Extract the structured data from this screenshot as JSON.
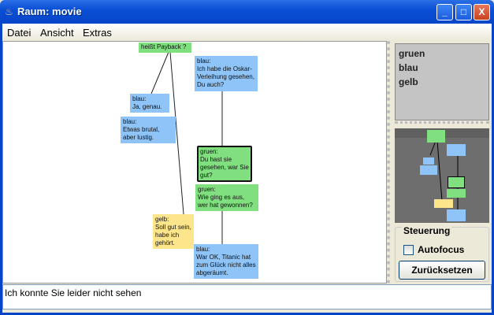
{
  "window": {
    "title": "Raum:  movie",
    "minimize": "_",
    "maximize": "□",
    "close": "X"
  },
  "menu": [
    "Datei",
    "Ansicht",
    "Extras"
  ],
  "nodes": [
    {
      "user": "",
      "text": "heißt Payback ?",
      "color": "gruen"
    },
    {
      "user": "blau:",
      "text": "Ich habe die Oskar-Verleihung gesehen, Du auch?",
      "color": "blau"
    },
    {
      "user": "blau:",
      "text": "Ja, genau.",
      "color": "blau"
    },
    {
      "user": "blau:",
      "text": "Etwas brutal, aber lustig.",
      "color": "blau"
    },
    {
      "user": "gruen:",
      "text": "Du hast sie gesehen, war Sie gut?",
      "color": "gruen",
      "selected": true
    },
    {
      "user": "gruen:",
      "text": "Wie ging es aus, wer hat gewonnen?",
      "color": "gruen"
    },
    {
      "user": "gelb:",
      "text": "Soll gut sein, habe ich gehört.",
      "color": "gelb"
    },
    {
      "user": "blau:",
      "text": "War OK, Titanic hat zum Glück nicht alles abgeräumt.",
      "color": "blau"
    }
  ],
  "users": [
    "gruen",
    "blau",
    "gelb"
  ],
  "controls": {
    "group_label": "Steuerung",
    "autofocus_label": "Autofocus",
    "autofocus_checked": false,
    "reset_label": "Zurücksetzen"
  },
  "input": {
    "value": "Ich konnte Sie leider nicht sehen"
  },
  "colors": {
    "blau": "#8ec4f7",
    "gruen": "#80e080",
    "gelb": "#fde58c",
    "titlebar": "#0a4fd6"
  }
}
